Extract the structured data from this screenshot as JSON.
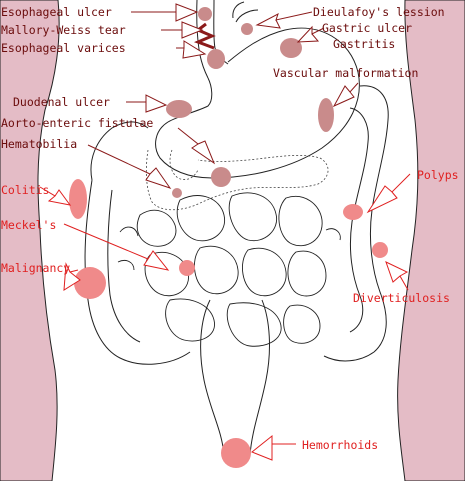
{
  "colors": {
    "skin": "#e4bcc6",
    "outline": "#222222",
    "upper_gi_text": "#6b0c0c",
    "lower_gi_text": "#e02020",
    "upper_lesion": "#c98b8b",
    "lower_lesion": "#f08a8a",
    "arrow_fill": "#ffffff"
  },
  "upper_gi_labels": [
    "Esophageal ulcer",
    "Mallory-Weiss tear",
    "Esophageal varices",
    "Dieulafoy's lession",
    "Gastric ulcer",
    "Gastritis",
    "Vascular malformation",
    "Duodenal ulcer",
    "Aorto-enteric fistulae",
    "Hematobilia"
  ],
  "lower_gi_labels": [
    "Colitis",
    "Meckel's",
    "Malignancy",
    "Polyps",
    "Diverticulosis",
    "Hemorrhoids"
  ]
}
